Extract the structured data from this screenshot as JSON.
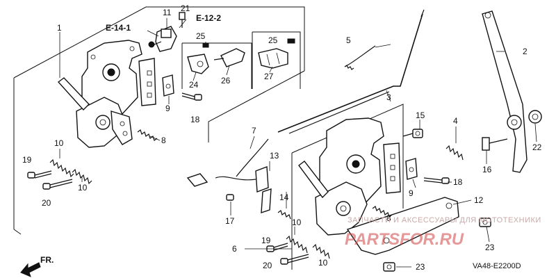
{
  "diagram": {
    "code": "VA48-E2200D",
    "direction_label": "FR.",
    "references": [
      "E-14-1",
      "E-12-2"
    ],
    "callouts": [
      "1",
      "2",
      "3",
      "4",
      "5",
      "6",
      "7",
      "8",
      "8",
      "9",
      "9",
      "10",
      "10",
      "10",
      "10",
      "11",
      "12",
      "13",
      "14",
      "15",
      "16",
      "17",
      "18",
      "18",
      "19",
      "19",
      "20",
      "20",
      "21",
      "22",
      "23",
      "23",
      "24",
      "25",
      "25",
      "26",
      "27"
    ]
  },
  "watermark": {
    "tagline": "ЗАПЧАСТИ И АКСЕССУАРЫ ДЛЯ МОТОТЕХНИКИ",
    "brand": "PARTSFOR.RU"
  }
}
